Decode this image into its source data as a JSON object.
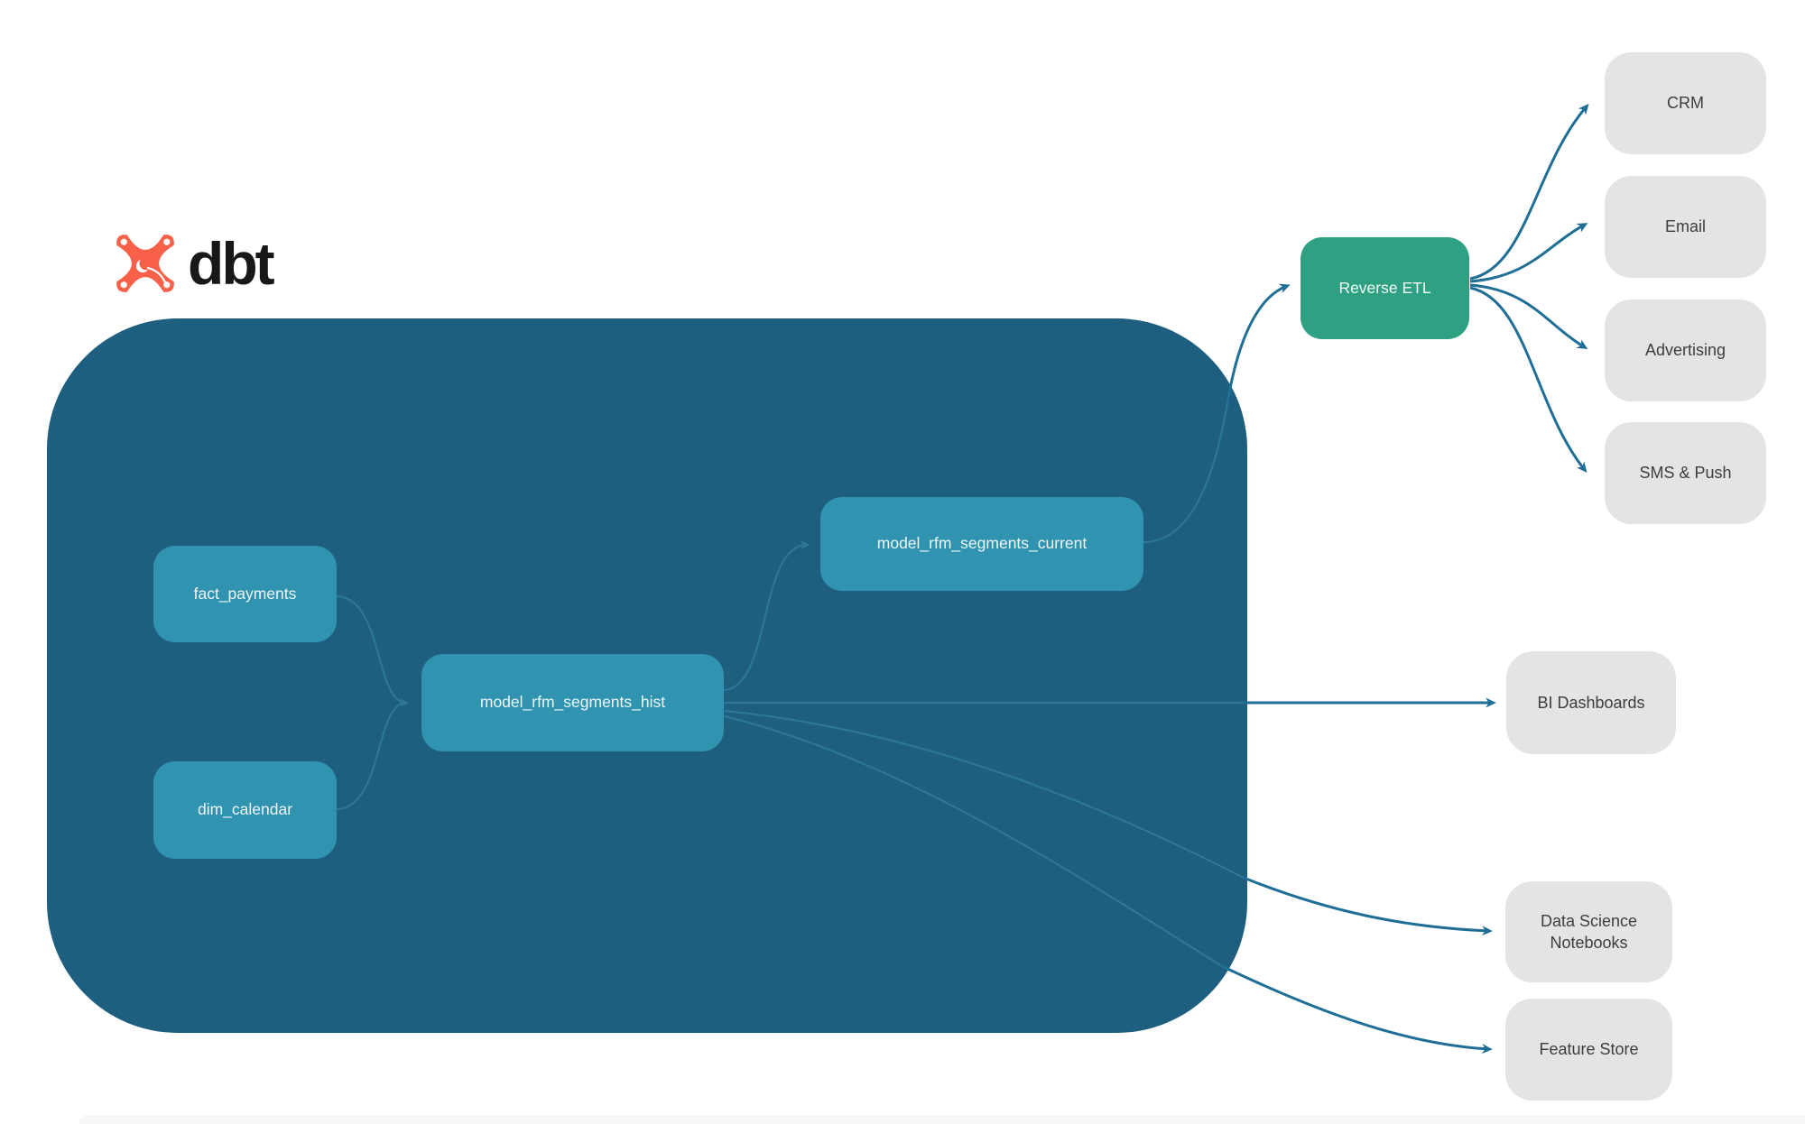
{
  "logo": {
    "text": "dbt"
  },
  "warehouse": {
    "models": [
      {
        "id": "fact_payments",
        "label": "fact_payments"
      },
      {
        "id": "dim_calendar",
        "label": "dim_calendar"
      },
      {
        "id": "model_rfm_segments_hist",
        "label": "model_rfm_segments_hist"
      },
      {
        "id": "model_rfm_segments_current",
        "label": "model_rfm_segments_current"
      }
    ]
  },
  "reverse_etl": {
    "label": "Reverse ETL"
  },
  "activation_targets": [
    {
      "label": "CRM"
    },
    {
      "label": "Email"
    },
    {
      "label": "Advertising"
    },
    {
      "label": "SMS & Push"
    }
  ],
  "analytics_targets": [
    {
      "label": "BI Dashboards"
    },
    {
      "label": "Data Science Notebooks"
    },
    {
      "label": "Feature Store"
    }
  ],
  "colors": {
    "background": "#ffffff",
    "warehouse": "#1e5f7f",
    "model_node": "#3093af",
    "model_text": "#eef7fa",
    "reverse_etl": "#2ea183",
    "destination_node": "#e4e4e4",
    "destination_text": "#3d3d3d",
    "edge": "#1e6e95",
    "edge_inner": "#2e7897",
    "logo_orange": "#f96049",
    "logo_text": "#181818"
  }
}
